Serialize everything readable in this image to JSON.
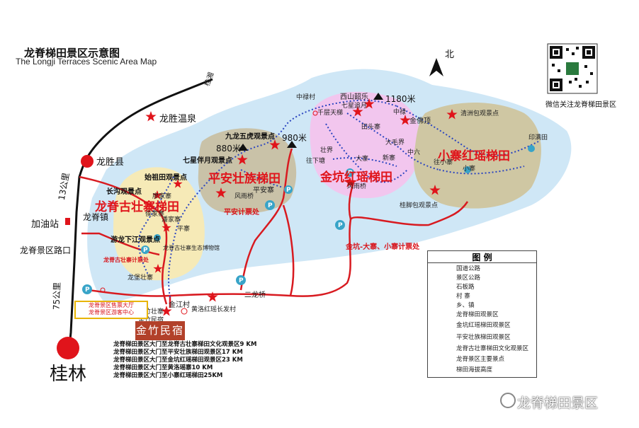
{
  "map": {
    "title_cn": "龙脊梯田景区示意图",
    "title_en": "The Longji Terraces Scenic Area Map",
    "north": "北",
    "wechat": "微信关注龙脊梯田景区",
    "watermark": "龙脊梯田景区",
    "roads": {
      "guilin_road": "桂湘",
      "highway_13": "13公里",
      "highway_75": "75公里",
      "erlong_bridge": "二龙桥"
    },
    "areas": {
      "pingan": "平安壮族梯田",
      "jinkeng": "金坑红瑶梯田",
      "xiaozhai": "小寨红瑶梯田",
      "guzhuang": "龙脊古壮寨梯田"
    },
    "places": {
      "longsheng_county": "龙胜县",
      "longsheng_hotspring": "龙胜温泉",
      "gas_station": "加油站",
      "longji_town": "龙脊镇",
      "longji_junction": "龙脊景区路口",
      "guilin": "桂林",
      "pingan_zhai": "平安寨",
      "fengyu_bridge": "风雨桥",
      "fengyu_bridge2": "风雨桥",
      "dazhai": "大寨",
      "tiantouzhai": "田头寨",
      "zhuangjie": "壮界",
      "xinzhai": "新寨",
      "xiaozhai_village": "小寨",
      "zhonglucun": "中禄村",
      "yinmantian": "印满田",
      "jinjiang": "金江村",
      "longbao": "龙堡壮寨",
      "jinzhu": "金竹壮寨",
      "zhongliu": "中六",
      "wangcunzhai": "往小寨",
      "wangxiazhai": "往下塘"
    },
    "spots": {
      "jiulong": "九龙五虎观景点",
      "qixing": "七星伴月观景点",
      "xishan": "西山韶乐",
      "qiqing": "千层天梯",
      "jinfoding": "金佛顶",
      "qingzhou": "清洲包观景点",
      "guijiaobao": "桂脚包观景点",
      "shizu": "始祖田观景点",
      "changgou": "长沟观景点",
      "youlong": "游龙下江观景点",
      "huangluo": "黄洛红瑶长发村",
      "qixingzhuiyue": "七星追月",
      "dagu": "大毛界",
      "zhonglu": "中禄",
      "huangtianzhai": "廖家寨",
      "houjiazhai": "侯家寨",
      "panjiazhai": "潘家寨",
      "pingzhai": "平寨",
      "jinzhu_museum": "龙脊古壮寨生态博物馆",
      "jinzhu_minsu": "金竹民宿"
    },
    "elevations": {
      "e880": "880米",
      "e980": "980米",
      "e1180": "1180米"
    },
    "tickets": {
      "pingan": "平安计票处",
      "jinkeng": "金坑-大寨、小寨计票处",
      "guzhuang": "龙脊古壮寨计票处"
    },
    "notice": [
      "龙脊景区售票大厅",
      "龙脊景区游客中心"
    ],
    "minsu_sign": "金竹民宿",
    "distances": [
      "龙脊梯田景区大门至龙脊古壮寨梯田文化观景区9 KM",
      "龙脊梯田景区大门至平安壮族梯田观景区17 KM",
      "龙脊梯田景区大门至金坑红瑶梯田观景区23 KM",
      "龙脊梯田景区大门至黄洛瑶寨10 KM",
      "龙脊梯田景区大门至小寨红瑶梯田25KM"
    ],
    "legend": {
      "title": "图 例",
      "rows": [
        "国道公路",
        "景区公路",
        "石板路",
        "村 寨",
        "乡、镇",
        "龙脊梯田观景区",
        "金坑红瑶梯田观景区",
        "平安壮族梯田观景区",
        "龙脊古壮寨梯田文化观景区",
        "龙脊景区主要景点",
        "梯田海拔高度"
      ]
    },
    "colors": {
      "road_red": "#d81a20",
      "road_black": "#111111",
      "path_blue": "#2b45c0",
      "pingan_fill": "#c9c2a8",
      "jinkeng_fill": "#f2c6ee",
      "xiaozhai_fill": "#cfc7a3",
      "guzhuang_fill": "#f6eab7",
      "longji_fill": "#cfe7f6",
      "star": "#e0141b"
    }
  }
}
